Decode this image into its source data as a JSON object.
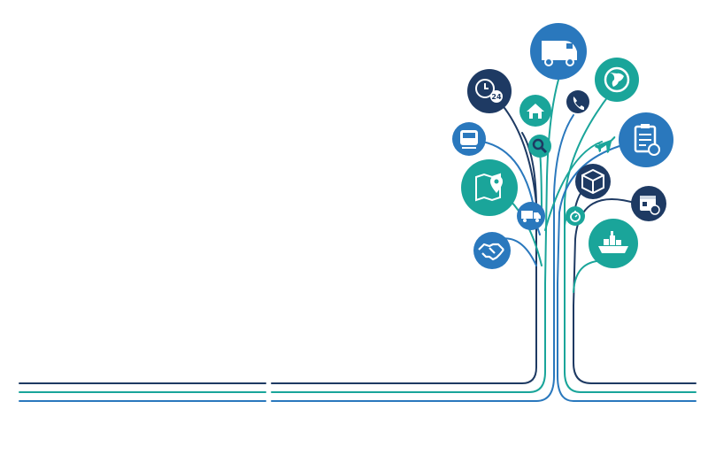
{
  "diagram": {
    "type": "logistics-icon-tree",
    "colors": {
      "navy": "#1e3a63",
      "blue": "#2a78bd",
      "teal": "#1aa59a",
      "white": "#ffffff"
    },
    "clock_badge_text": "24",
    "nodes": [
      {
        "icon": "delivery-van-icon",
        "color": "blue"
      },
      {
        "icon": "globe-icon",
        "color": "teal"
      },
      {
        "icon": "clock-24-icon",
        "color": "navy"
      },
      {
        "icon": "warehouse-house-icon",
        "color": "teal"
      },
      {
        "icon": "phone-icon",
        "color": "navy"
      },
      {
        "icon": "clipboard-checklist-icon",
        "color": "blue"
      },
      {
        "icon": "train-icon",
        "color": "blue"
      },
      {
        "icon": "search-magnifier-icon",
        "color": "teal"
      },
      {
        "icon": "airplane-icon",
        "color": "teal"
      },
      {
        "icon": "map-pin-icon",
        "color": "teal"
      },
      {
        "icon": "package-box-icon",
        "color": "navy"
      },
      {
        "icon": "calendar-clock-icon",
        "color": "navy"
      },
      {
        "icon": "truck-icon",
        "color": "blue"
      },
      {
        "icon": "stopwatch-icon",
        "color": "teal"
      },
      {
        "icon": "cargo-ship-icon",
        "color": "teal"
      },
      {
        "icon": "handshake-icon",
        "color": "blue"
      }
    ]
  }
}
